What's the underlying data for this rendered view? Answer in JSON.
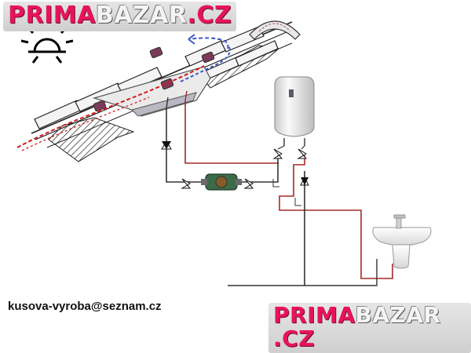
{
  "watermark_top": {
    "part1": "PRIMA",
    "part2": "BAZAR",
    "part3": ".CZ"
  },
  "watermark_bottom": {
    "part1": "PRIMA",
    "part2": "BAZAR",
    "part3": ".CZ"
  },
  "contact": {
    "email": "kusova-vyroba@seznam.cz"
  },
  "icons": [
    "sun-icon",
    "solar-collector-icon",
    "boiler-tank-icon",
    "pump-icon",
    "check-valve-icon",
    "ball-valve-icon",
    "washbasin-icon",
    "faucet-icon",
    "airflow-arrow-icon"
  ],
  "colors": {
    "hot_pipe": "#a52a2a",
    "cold_pipe": "#333333",
    "air_warm": "#d21c1c",
    "air_cool": "#3a56c8",
    "brand": "#e8145a",
    "tank_body": "#f2f2f2",
    "roof_tile": "#f4f4f4"
  }
}
